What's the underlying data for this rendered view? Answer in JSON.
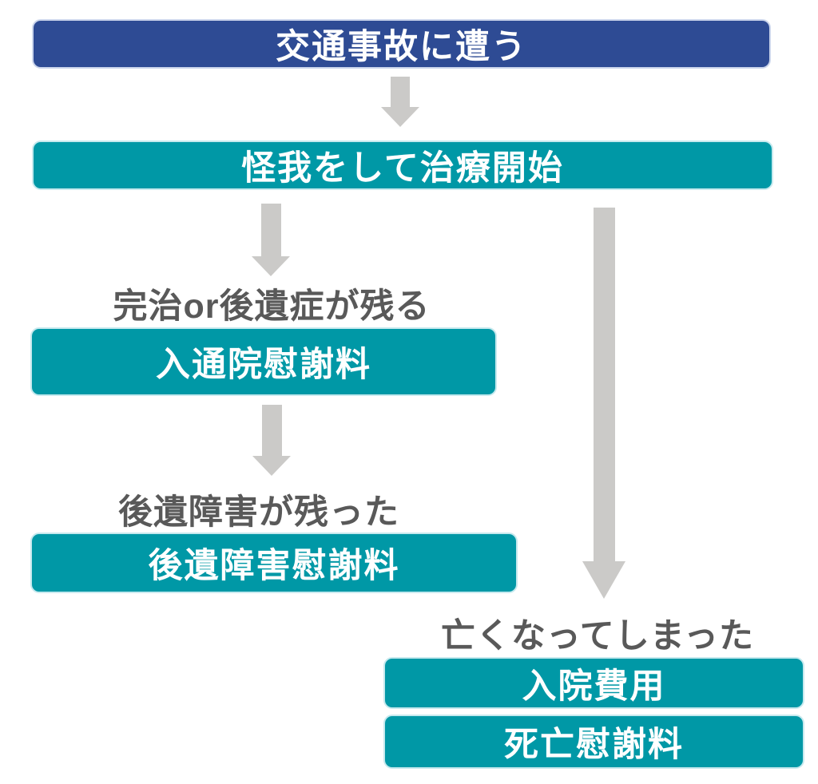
{
  "diagram": {
    "title_node": {
      "label": "交通事故に遭う"
    },
    "nodes": {
      "treatment": {
        "label": "怪我をして治療開始"
      },
      "hospital_visit_compensation": {
        "label": "入通院慰謝料"
      },
      "disability_compensation": {
        "label": "後遺障害慰謝料"
      },
      "hospital_costs": {
        "label": "入院費用"
      },
      "death_compensation": {
        "label": "死亡慰謝料"
      }
    },
    "outcome_labels": {
      "recovery_or_aftereffects": "完治or後遺症が残る",
      "disability_remained": "後遺障害が残った",
      "passed_away": "亡くなってしまった"
    }
  },
  "colors": {
    "navy": "#2E4B94",
    "teal": "#0098A6",
    "arrow_gray": "#CBCAC8",
    "label_gray": "#595959",
    "bar_text": "#FFFFFF"
  }
}
